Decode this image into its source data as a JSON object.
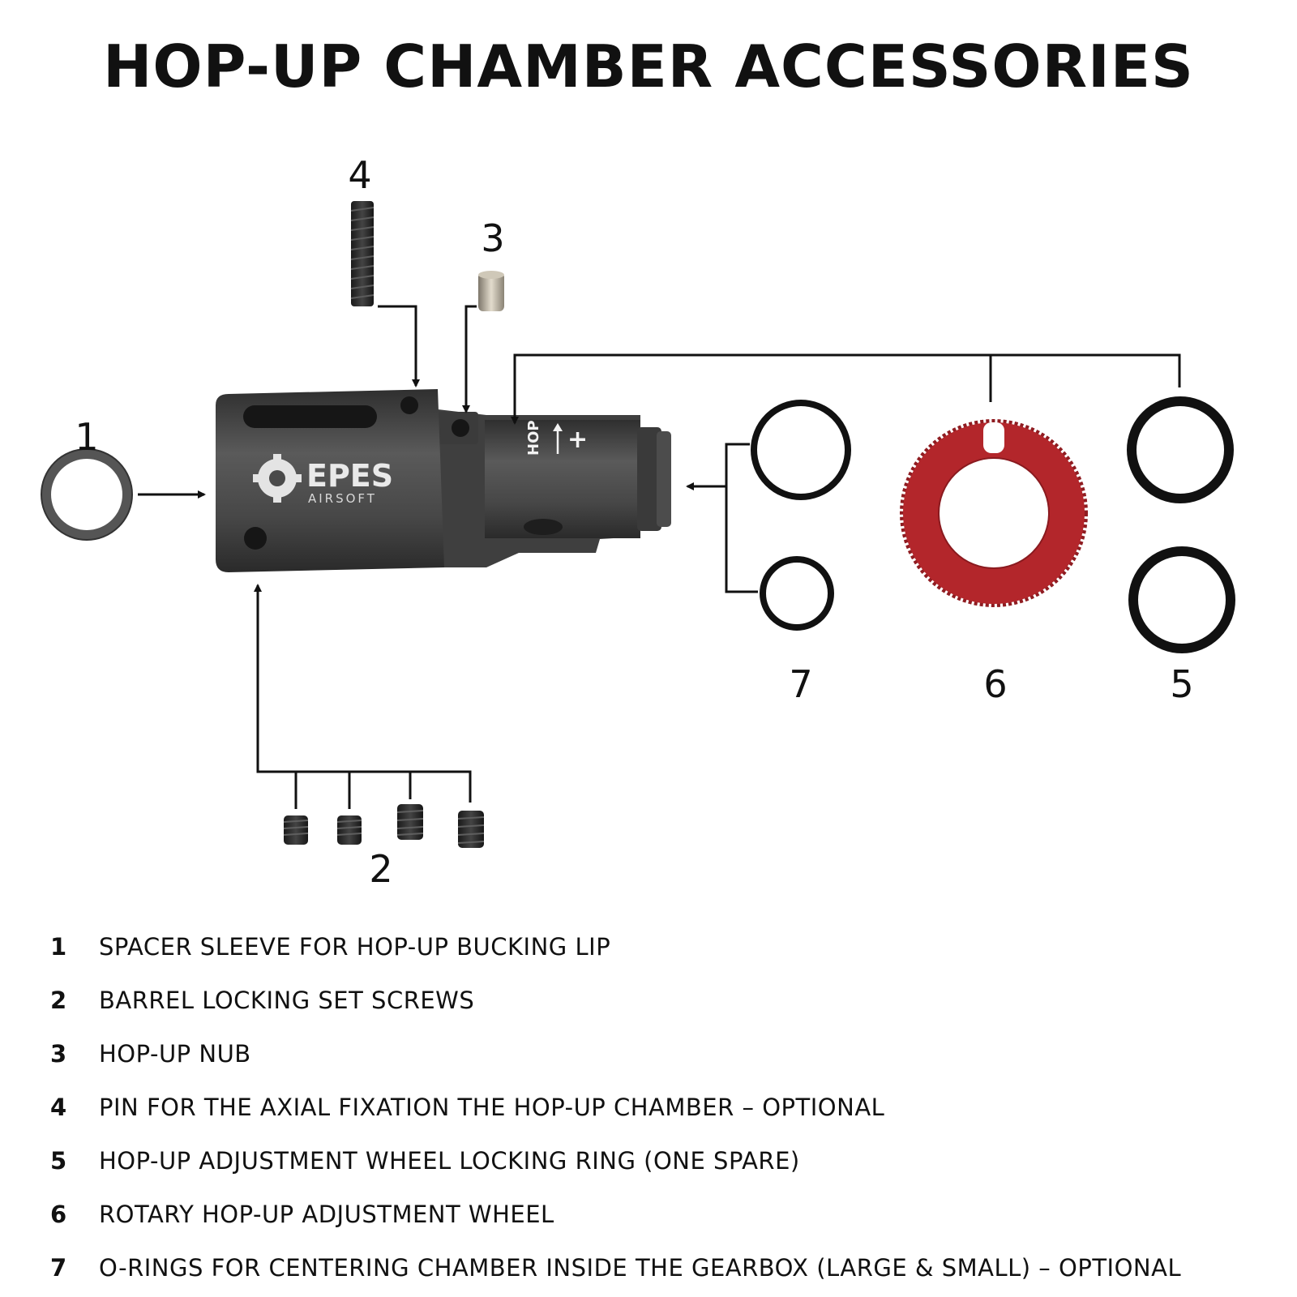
{
  "title": "HOP-UP CHAMBER ACCESSORIES",
  "brand": {
    "name": "EPES",
    "sub": "AIRSOFT"
  },
  "chamber_marking": {
    "hop": "HOP",
    "plus": "+"
  },
  "callouts": [
    "1",
    "2",
    "3",
    "4",
    "5",
    "6",
    "7"
  ],
  "legend": [
    {
      "num": "1",
      "text": "SPACER SLEEVE FOR HOP-UP BUCKING LIP"
    },
    {
      "num": "2",
      "text": "BARREL LOCKING SET SCREWS"
    },
    {
      "num": "3",
      "text": "HOP-UP NUB"
    },
    {
      "num": "4",
      "text": "PIN FOR THE AXIAL FIXATION THE HOP-UP CHAMBER – OPTIONAL"
    },
    {
      "num": "5",
      "text": "HOP-UP ADJUSTMENT WHEEL LOCKING RING (ONE SPARE)"
    },
    {
      "num": "6",
      "text": "ROTARY HOP-UP ADJUSTMENT WHEEL"
    },
    {
      "num": "7",
      "text": "O-RINGS FOR CENTERING CHAMBER INSIDE THE GEARBOX (LARGE & SMALL) – OPTIONAL"
    }
  ],
  "colors": {
    "chamber": "#4a4a4a",
    "wheel": "#b3262b",
    "ring": "#111111",
    "nub": "#b8b2a4"
  }
}
